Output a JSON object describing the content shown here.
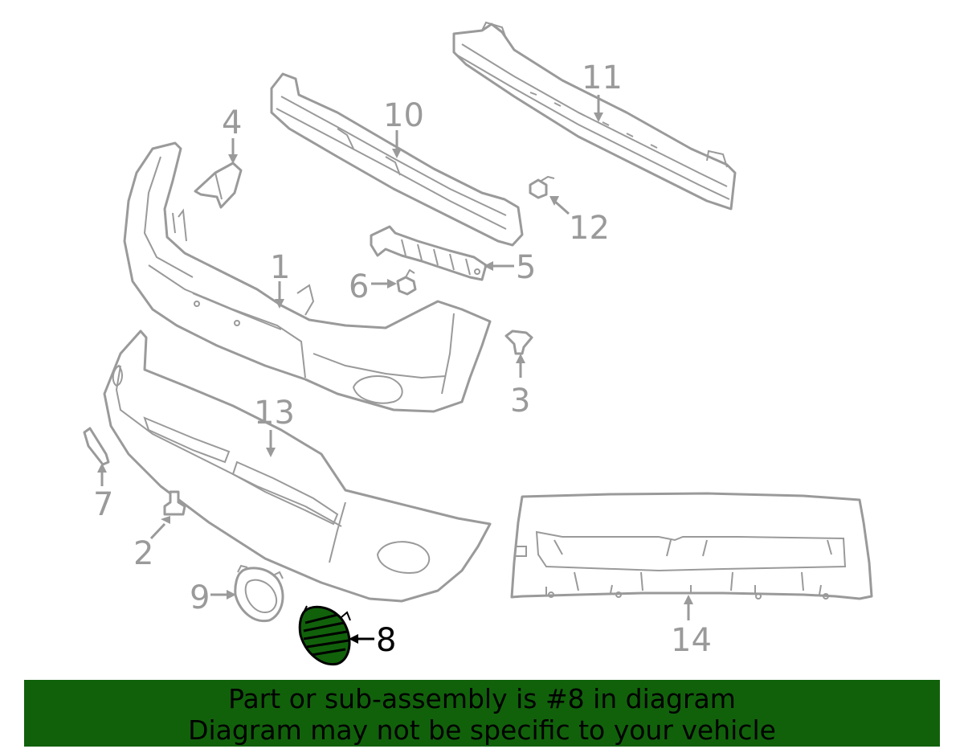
{
  "diagram": {
    "callouts": {
      "c1": "1",
      "c2": "2",
      "c3": "3",
      "c4": "4",
      "c5": "5",
      "c6": "6",
      "c7": "7",
      "c8": "8",
      "c9": "9",
      "c10": "10",
      "c11": "11",
      "c12": "12",
      "c13": "13",
      "c14": "14"
    },
    "highlighted_part": "8",
    "colors": {
      "part_line": "#9a9a9a",
      "highlight_fill": "#11610b",
      "banner_background": "#11610b"
    }
  },
  "banner": {
    "line1": "Part or sub-assembly is #8 in diagram",
    "line2": "Diagram may not be specific to your vehicle"
  }
}
